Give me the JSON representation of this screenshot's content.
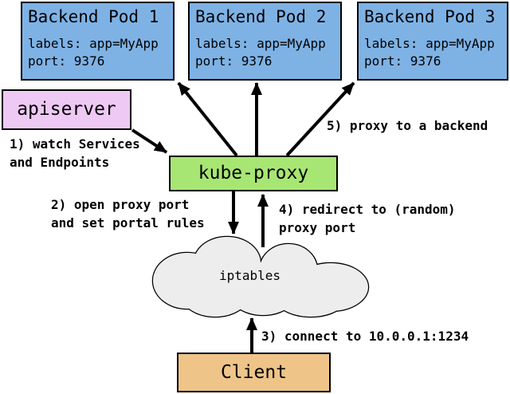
{
  "pods": [
    {
      "title": "Backend Pod 1",
      "labels": "labels: app=MyApp",
      "port": "port: 9376"
    },
    {
      "title": "Backend Pod 2",
      "labels": "labels: app=MyApp",
      "port": "port: 9376"
    },
    {
      "title": "Backend Pod 3",
      "labels": "labels: app=MyApp",
      "port": "port: 9376"
    }
  ],
  "apiserver_label": "apiserver",
  "kube_proxy_label": "kube-proxy",
  "iptables_label": "iptables",
  "client_label": "Client",
  "notes": {
    "watch": {
      "line1": "1) watch Services",
      "line2": "and Endpoints"
    },
    "open_port": {
      "line1": "2) open proxy port",
      "line2": "and set portal rules"
    },
    "connect": {
      "line1": "3) connect to 10.0.0.1:1234"
    },
    "redirect": {
      "line1": "4) redirect to (random)",
      "line2": "proxy port"
    },
    "proxy_backend": {
      "line1": "5) proxy to a backend"
    }
  },
  "colors": {
    "pod_fill": "#7eb2e5",
    "apiserver_fill": "#eec9f3",
    "kube_proxy_fill": "#a8e673",
    "client_fill": "#eec488",
    "cloud_fill": "#ededed",
    "line": "#000000"
  }
}
